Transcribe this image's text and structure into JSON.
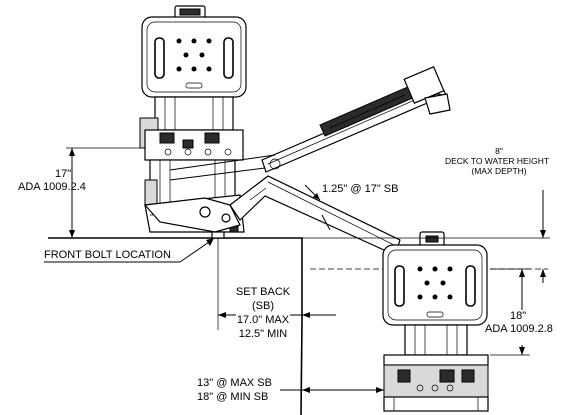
{
  "dimensions": {
    "lift_17": "17\"",
    "lift_17_ref": "ADA 1009.2.4",
    "deck_depth_value": "8\"",
    "deck_depth_line1": "DECK TO WATER HEIGHT",
    "deck_depth_line2": "(MAX DEPTH)",
    "arm_angle_value": "1.25\" @ 17\" SB",
    "front_bolt_label": "FRONT BOLT LOCATION",
    "setback_line1": "SET BACK",
    "setback_line2": "(SB)",
    "setback_line3": "17.0\" MAX",
    "setback_line4": "12.5\" MIN",
    "seat_18": "18\"",
    "seat_18_ref": "ADA 1009.2.8",
    "reach_line1": "13\" @ MAX SB",
    "reach_line2": "18\" @ MIN SB"
  }
}
